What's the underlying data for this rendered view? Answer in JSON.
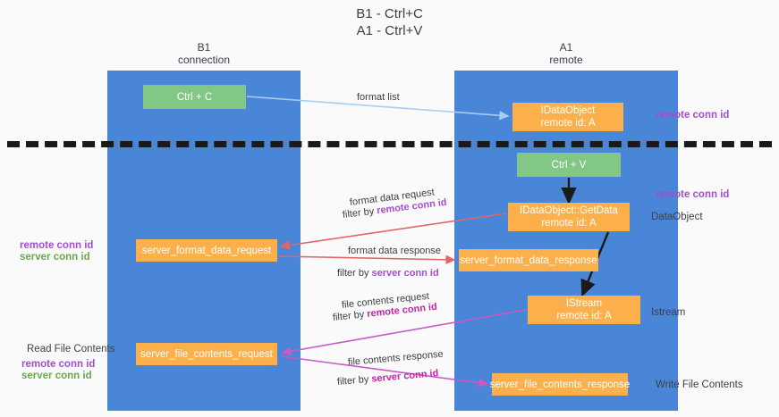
{
  "title": {
    "line1": "B1 - Ctrl+C",
    "line2": "A1 - Ctrl+V"
  },
  "columns": [
    {
      "name": "B1",
      "role": "connection"
    },
    {
      "name": "A1",
      "role": "remote"
    }
  ],
  "boxes": {
    "ctrl_c": {
      "label": "Ctrl + C",
      "color": "#82c785"
    },
    "idataobject": {
      "line1": "IDataObject",
      "line2": "remote id: A",
      "color": "#fbb04c"
    },
    "ctrl_v": {
      "label": "Ctrl + V",
      "color": "#82c785"
    },
    "getdata": {
      "line1": "IDataObject::GetData",
      "line2": "remote id: A",
      "color": "#fbb04c"
    },
    "server_format_data_request": {
      "label": "server_format_data_request",
      "color": "#fbb04c"
    },
    "server_format_data_response": {
      "label": "server_format_data_response",
      "color": "#fbb04c"
    },
    "istream": {
      "line1": "IStream",
      "line2": "remote id: A",
      "color": "#fbb04c"
    },
    "server_file_contents_request": {
      "label": "server_file_contents_request",
      "color": "#fbb04c"
    },
    "server_file_contents_response": {
      "label": "server_file_contents_response",
      "color": "#fbb04c"
    }
  },
  "flow_labels": {
    "format_list": "format list",
    "format_data_request": "format data request",
    "format_data_request_filter_prefix": "filter by ",
    "format_data_request_filter_value": "remote conn id",
    "format_data_response": "format data response",
    "format_data_response_filter_prefix": "filter by ",
    "format_data_response_filter_value": "server conn id",
    "file_contents_request": "file contents request",
    "file_contents_request_filter_prefix": "filter by ",
    "file_contents_request_filter_value": "remote conn id",
    "file_contents_response": "file contents response",
    "file_contents_response_filter_prefix": "filter by ",
    "file_contents_response_filter_value": "server conn id"
  },
  "annotations": {
    "right_remote_conn_id_top": "remote conn id",
    "right_remote_conn_id_mid": "remote conn id",
    "right_dataobject": "DataObject",
    "right_istream": "Istream",
    "right_write_file_contents": "Write File Contents",
    "left_remote_conn_id_1": "remote conn id",
    "left_server_conn_id_1": "server conn id",
    "left_read_file_contents": "Read File Contents",
    "left_remote_conn_id_2": "remote conn id",
    "left_server_conn_id_2": "server conn id"
  },
  "colors": {
    "lane": "#4a86d8",
    "green_box": "#82c785",
    "orange_box": "#fbb04c",
    "purple_text": "#a14fd0",
    "green_text": "#6aa84f",
    "magenta_text": "#c026a8",
    "red_arrow": "#e06666",
    "magenta_arrow": "#c75ac7",
    "light_blue_arrow": "#a8cdf0",
    "dark_arrow": "#1a1a1a",
    "dashed_line": "#1a1a1a",
    "background": "#fafafa"
  }
}
